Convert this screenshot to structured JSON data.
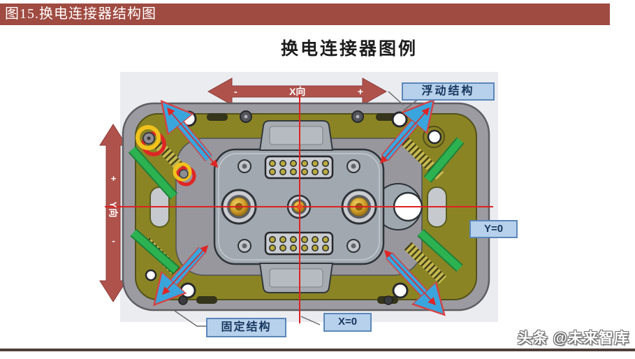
{
  "header": {
    "caption": "图15.换电连接器结构图"
  },
  "title": "换电连接器图例",
  "diagram": {
    "x_axis": {
      "minus": "-",
      "label": "X向",
      "plus": "+"
    },
    "y_axis": {
      "plus": "+",
      "label": "Y向",
      "minus": "-"
    },
    "labels": {
      "floating": "浮动结构",
      "fixed": "固定结构",
      "x_zero": "X=0",
      "y_zero": "Y=0"
    }
  },
  "footer": {
    "watermark": "头条 @未来智库"
  },
  "colors": {
    "caption_bar": "#A04B42",
    "axis_arrow_red": "#B0524C",
    "label_box_bg": "#B7D1EC",
    "label_box_border": "#5B87B8",
    "label_text": "#17365D",
    "body_gray": "#9B9BA1",
    "frame_olive": "#8A8424",
    "spring_guide_green": "#28A548",
    "float_arrow_blue": "#3AA5DD",
    "crosshair_red": "#DD2222",
    "highlight_yellow": "#F2C21C",
    "highlight_red": "#E02525",
    "footer_rule": "#503F39"
  }
}
